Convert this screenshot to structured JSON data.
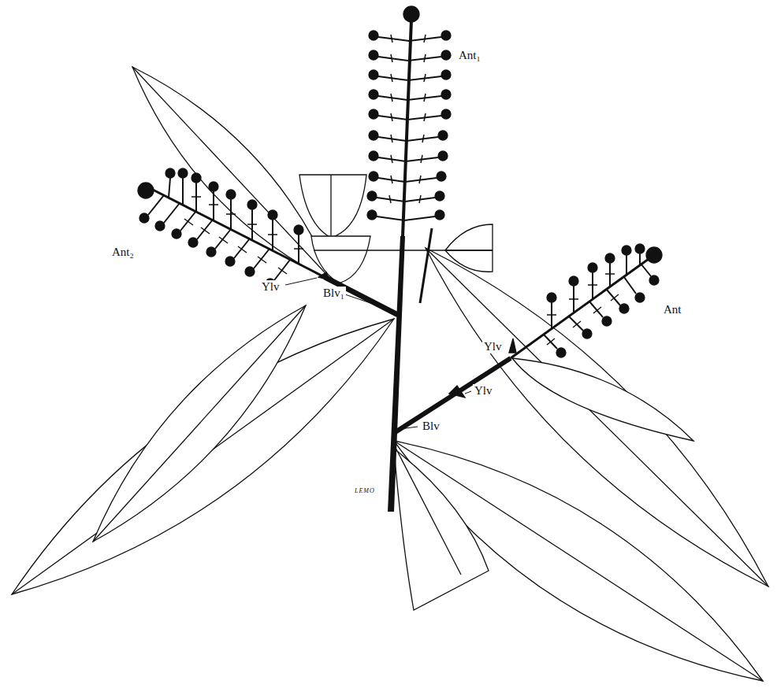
{
  "diagram": {
    "labels": [
      "Ant₁",
      "Ant₂",
      "Ant",
      "Ylv",
      "Blv₁",
      "Ylv",
      "Ylv",
      "Blv",
      "LEMO"
    ]
  }
}
